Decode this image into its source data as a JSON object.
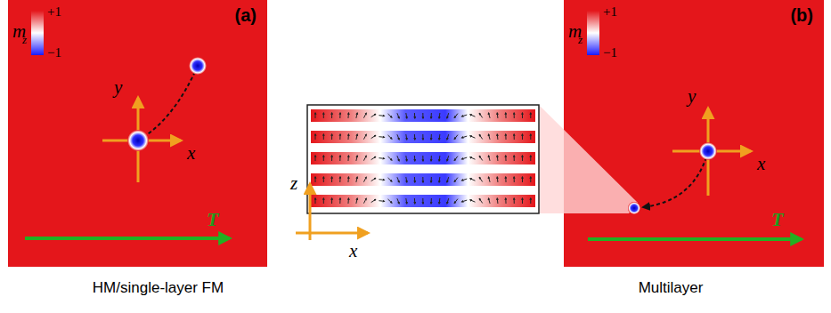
{
  "diagram": {
    "nodes": [
      {
        "text": [
          "(a)",
          "HM/single-layer FM"
        ]
      },
      {
        "text": [
          "(b)",
          "Multilayer"
        ]
      }
    ],
    "labels": [
      "m",
      "z",
      "+1",
      "−1",
      "y",
      "x",
      "T",
      "z",
      "x",
      "m",
      "z",
      "+1",
      "−1",
      "y",
      "x",
      "T"
    ]
  }
}
